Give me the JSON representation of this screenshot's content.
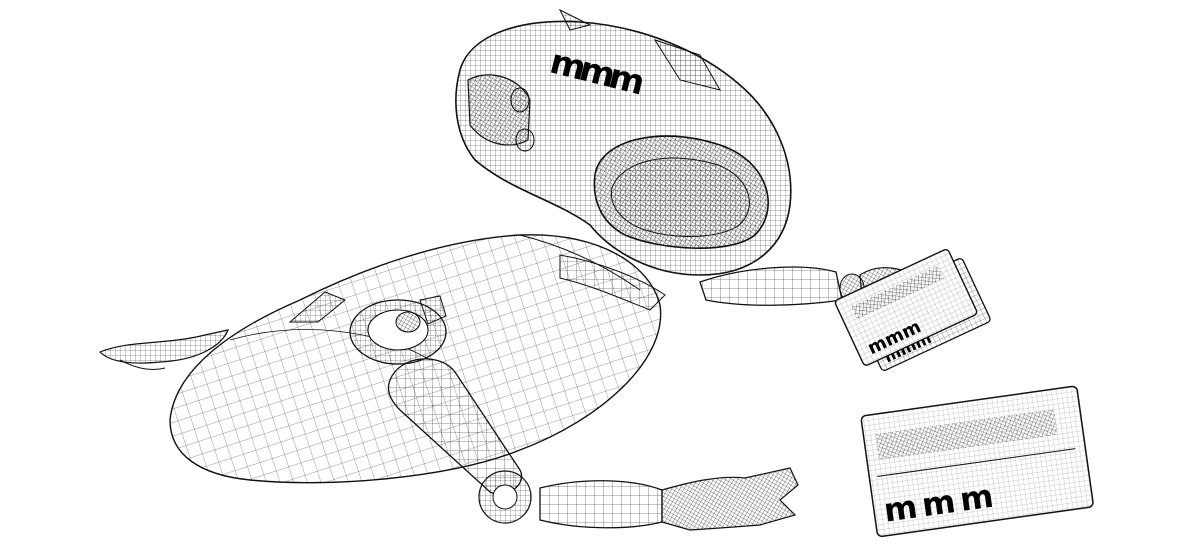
{
  "scene": {
    "description_free": true,
    "background": "#ffffff",
    "line_color": "#111111",
    "logo_color": "#000000"
  },
  "logos": {
    "helmet": "mmm",
    "card_upper": "mmm",
    "card_upper_second": "mmm",
    "card_lower": "mmm"
  }
}
